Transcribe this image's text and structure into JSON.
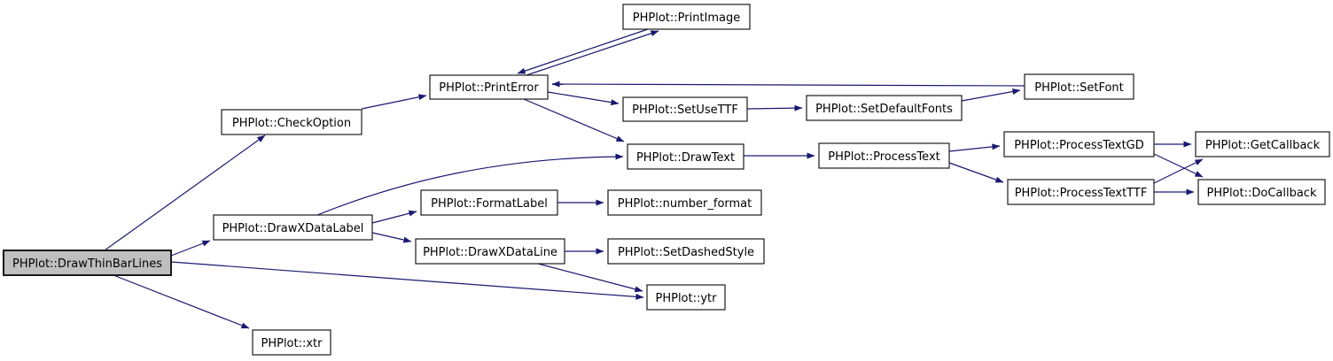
{
  "diagram": {
    "type": "call-graph",
    "root_function": "PHPlot::DrawThinBarLines",
    "colors": {
      "edge": "#191970",
      "node-border": "#1a1a1a",
      "node-fill": "#ffffff",
      "highlight-fill": "#bfbfbf",
      "text": "#000000",
      "background": "#ffffff"
    },
    "nodes": [
      {
        "id": "DrawThinBarLines",
        "label": "PHPlot::DrawThinBarLines",
        "highlighted": true
      },
      {
        "id": "CheckOption",
        "label": "PHPlot::CheckOption",
        "highlighted": false
      },
      {
        "id": "PrintError",
        "label": "PHPlot::PrintError",
        "highlighted": false
      },
      {
        "id": "PrintImage",
        "label": "PHPlot::PrintImage",
        "highlighted": false
      },
      {
        "id": "SetUseTTF",
        "label": "PHPlot::SetUseTTF",
        "highlighted": false
      },
      {
        "id": "SetDefaultFonts",
        "label": "PHPlot::SetDefaultFonts",
        "highlighted": false
      },
      {
        "id": "SetFont",
        "label": "PHPlot::SetFont",
        "highlighted": false
      },
      {
        "id": "DrawText",
        "label": "PHPlot::DrawText",
        "highlighted": false
      },
      {
        "id": "ProcessText",
        "label": "PHPlot::ProcessText",
        "highlighted": false
      },
      {
        "id": "ProcessTextGD",
        "label": "PHPlot::ProcessTextGD",
        "highlighted": false
      },
      {
        "id": "ProcessTextTTF",
        "label": "PHPlot::ProcessTextTTF",
        "highlighted": false
      },
      {
        "id": "GetCallback",
        "label": "PHPlot::GetCallback",
        "highlighted": false
      },
      {
        "id": "DoCallback",
        "label": "PHPlot::DoCallback",
        "highlighted": false
      },
      {
        "id": "DrawXDataLabel",
        "label": "PHPlot::DrawXDataLabel",
        "highlighted": false
      },
      {
        "id": "FormatLabel",
        "label": "PHPlot::FormatLabel",
        "highlighted": false
      },
      {
        "id": "number_format",
        "label": "PHPlot::number_format",
        "highlighted": false
      },
      {
        "id": "DrawXDataLine",
        "label": "PHPlot::DrawXDataLine",
        "highlighted": false
      },
      {
        "id": "SetDashedStyle",
        "label": "PHPlot::SetDashedStyle",
        "highlighted": false
      },
      {
        "id": "ytr",
        "label": "PHPlot::ytr",
        "highlighted": false
      },
      {
        "id": "xtr",
        "label": "PHPlot::xtr",
        "highlighted": false
      }
    ],
    "edges": [
      {
        "from": "DrawThinBarLines",
        "to": "CheckOption"
      },
      {
        "from": "DrawThinBarLines",
        "to": "DrawXDataLabel"
      },
      {
        "from": "DrawThinBarLines",
        "to": "ytr"
      },
      {
        "from": "DrawThinBarLines",
        "to": "xtr"
      },
      {
        "from": "CheckOption",
        "to": "PrintError"
      },
      {
        "from": "PrintError",
        "to": "PrintImage"
      },
      {
        "from": "PrintImage",
        "to": "PrintError"
      },
      {
        "from": "PrintError",
        "to": "SetUseTTF"
      },
      {
        "from": "PrintError",
        "to": "DrawText"
      },
      {
        "from": "SetFont",
        "to": "PrintError"
      },
      {
        "from": "SetUseTTF",
        "to": "SetDefaultFonts"
      },
      {
        "from": "SetDefaultFonts",
        "to": "SetFont"
      },
      {
        "from": "DrawText",
        "to": "ProcessText"
      },
      {
        "from": "ProcessText",
        "to": "ProcessTextGD"
      },
      {
        "from": "ProcessText",
        "to": "ProcessTextTTF"
      },
      {
        "from": "ProcessTextGD",
        "to": "GetCallback"
      },
      {
        "from": "ProcessTextGD",
        "to": "DoCallback"
      },
      {
        "from": "ProcessTextTTF",
        "to": "GetCallback"
      },
      {
        "from": "ProcessTextTTF",
        "to": "DoCallback"
      },
      {
        "from": "DrawXDataLabel",
        "to": "DrawText"
      },
      {
        "from": "DrawXDataLabel",
        "to": "FormatLabel"
      },
      {
        "from": "DrawXDataLabel",
        "to": "DrawXDataLine"
      },
      {
        "from": "FormatLabel",
        "to": "number_format"
      },
      {
        "from": "DrawXDataLine",
        "to": "SetDashedStyle"
      },
      {
        "from": "DrawXDataLine",
        "to": "ytr"
      }
    ]
  }
}
